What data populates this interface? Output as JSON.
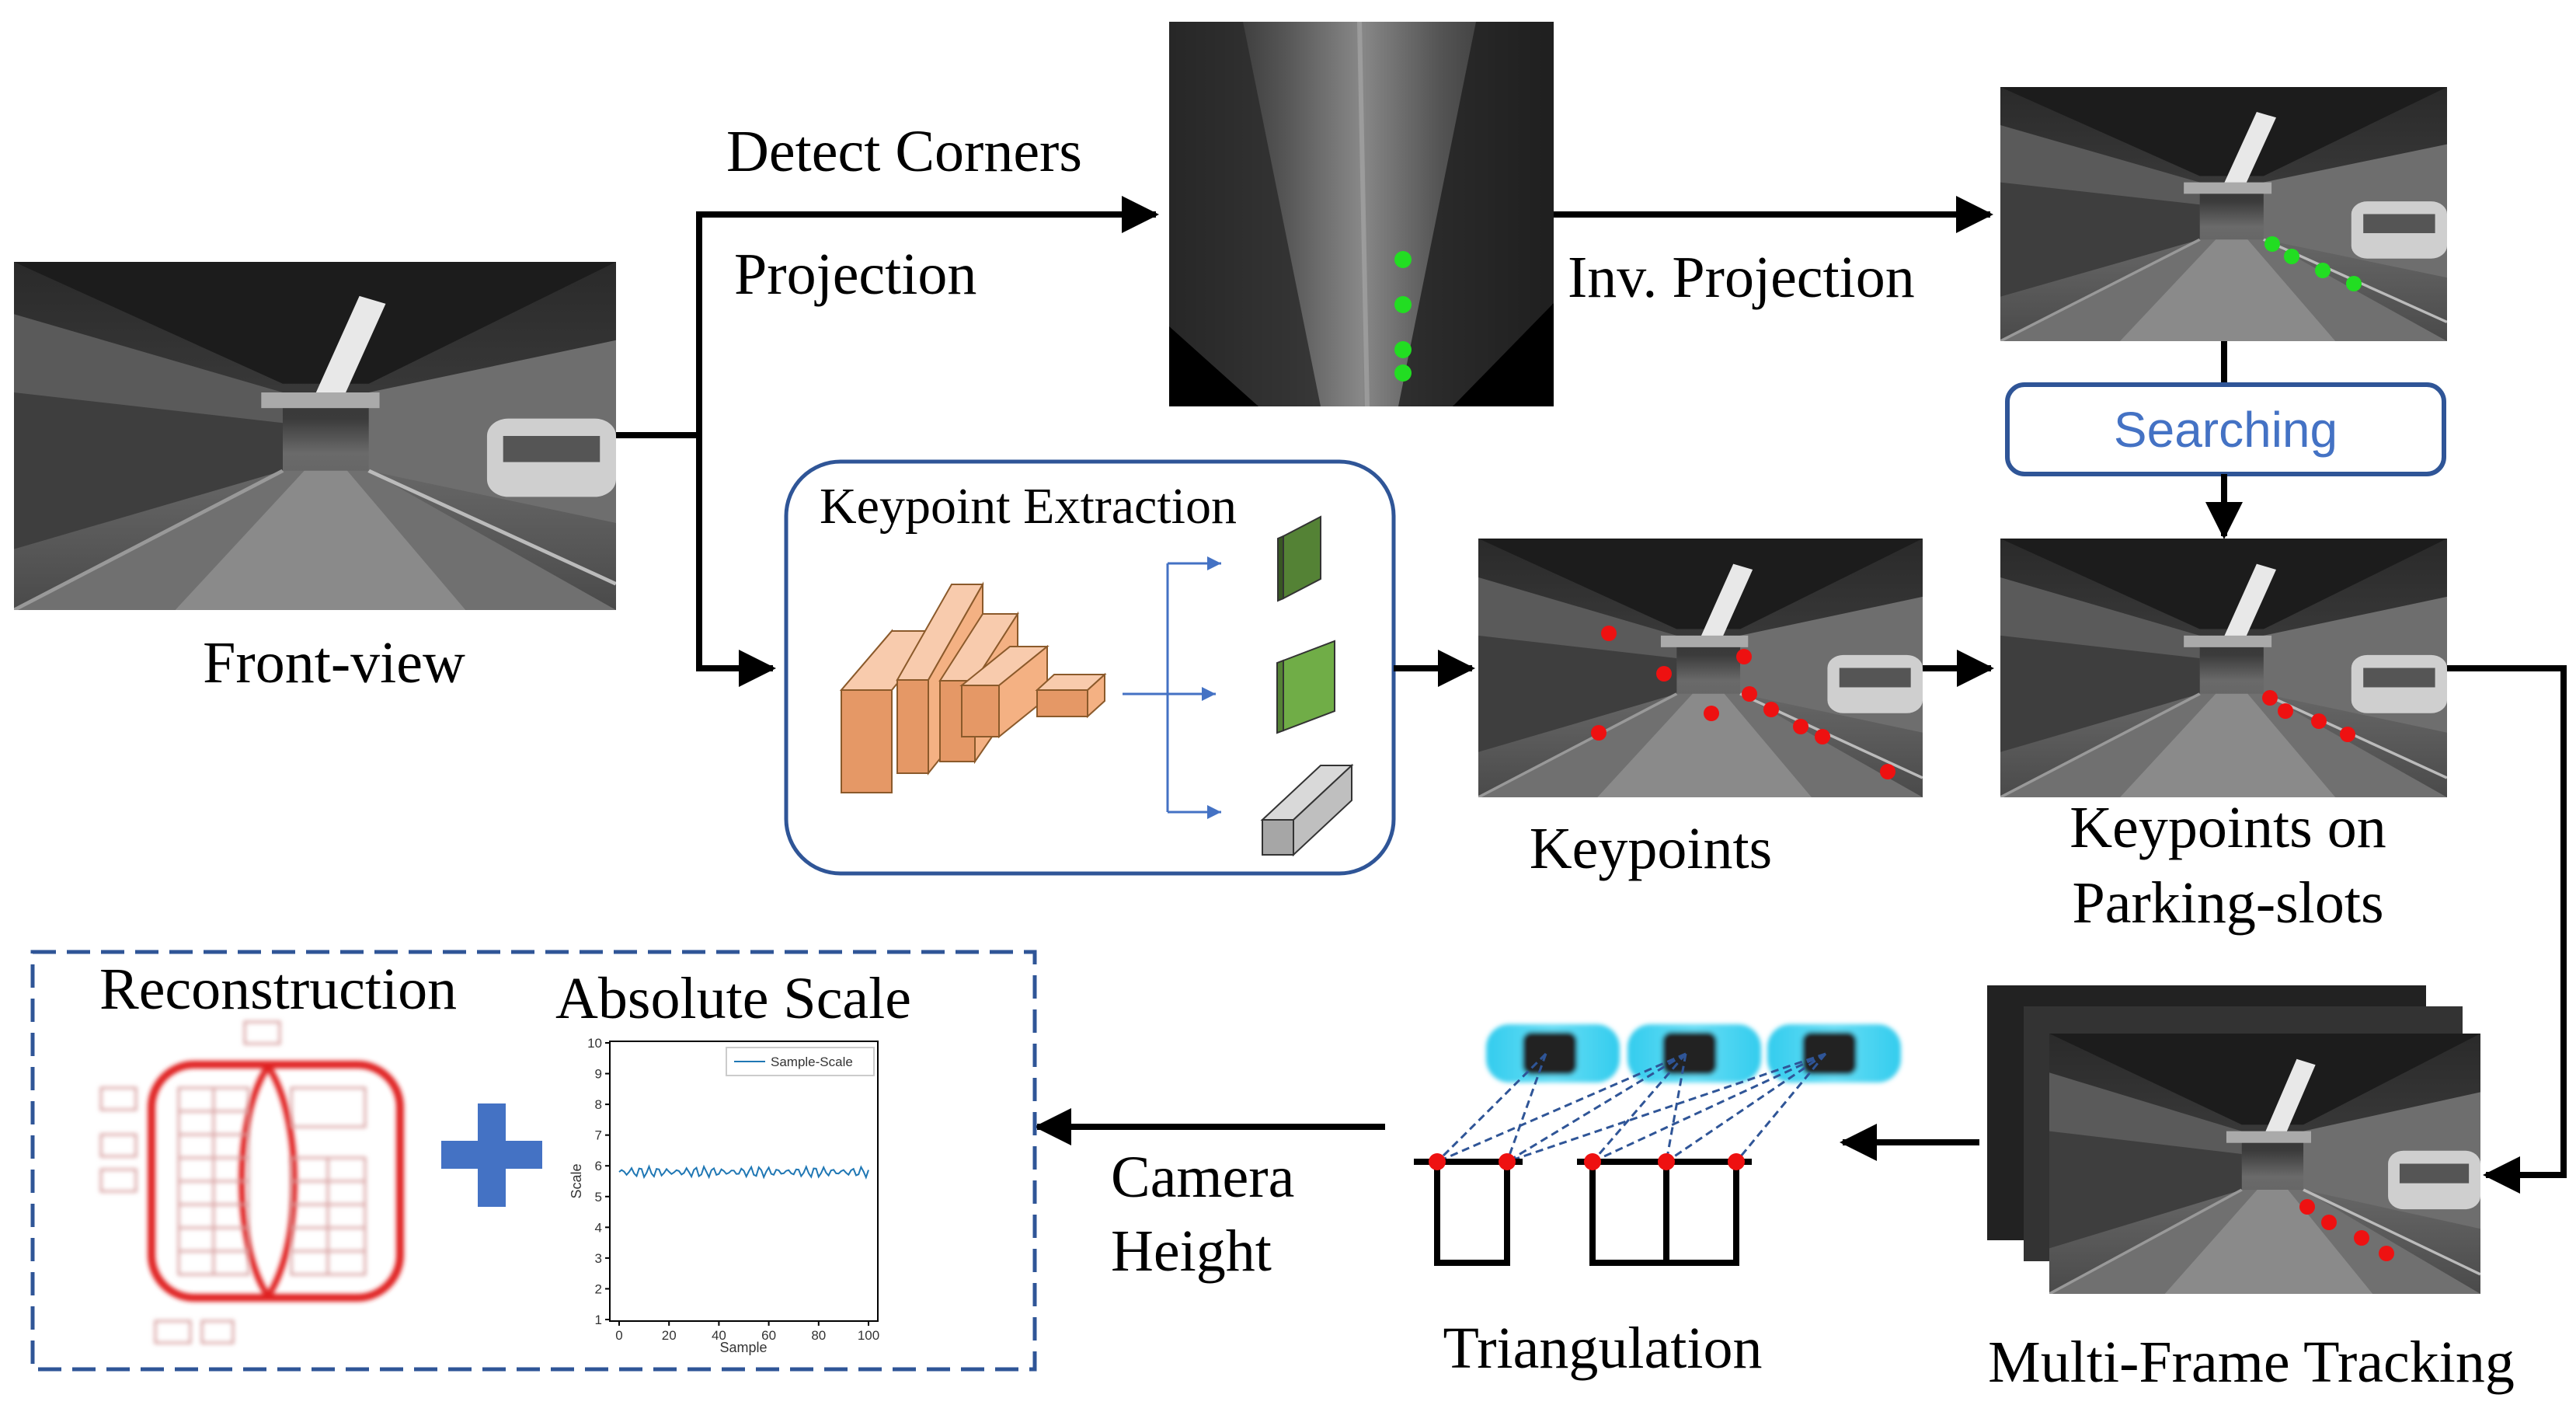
{
  "labels": {
    "front_view": "Front-view",
    "detect_corners": "Detect Corners",
    "projection": "Projection",
    "inv_projection": "Inv. Projection",
    "searching": "Searching",
    "keypoint_extraction": "Keypoint Extraction",
    "keypoints": "Keypoints",
    "keypoints_on_line1": "Keypoints on",
    "keypoints_on_line2": "Parking-slots",
    "multi_frame_tracking": "Multi-Frame Tracking",
    "triangulation": "Triangulation",
    "camera_height_line1": "Camera",
    "camera_height_line2": "Height",
    "reconstruction": "Reconstruction",
    "absolute_scale": "Absolute Scale"
  },
  "scale_plot": {
    "legend": "Sample-Scale",
    "xlabel": "Sample",
    "ylabel": "Scale",
    "y_ticks": [
      "1",
      "2",
      "3",
      "4",
      "5",
      "6",
      "7",
      "8",
      "9",
      "10"
    ],
    "x_ticks": [
      "0",
      "20",
      "40",
      "60",
      "80",
      "100"
    ],
    "value_approx": 5.8
  },
  "colors": {
    "corner_dots": "#22dd22",
    "keypoint_dots": "#ee1111",
    "searching_accent": "#4472c4",
    "network_block": "#f4b183",
    "feature_green_dark": "#548235",
    "feature_green_light": "#70ad47",
    "feature_gray": "#a6a6a6",
    "dashed_box": "#2f5597",
    "plus_sign": "#4472c4",
    "car_body": "#33ccee"
  }
}
